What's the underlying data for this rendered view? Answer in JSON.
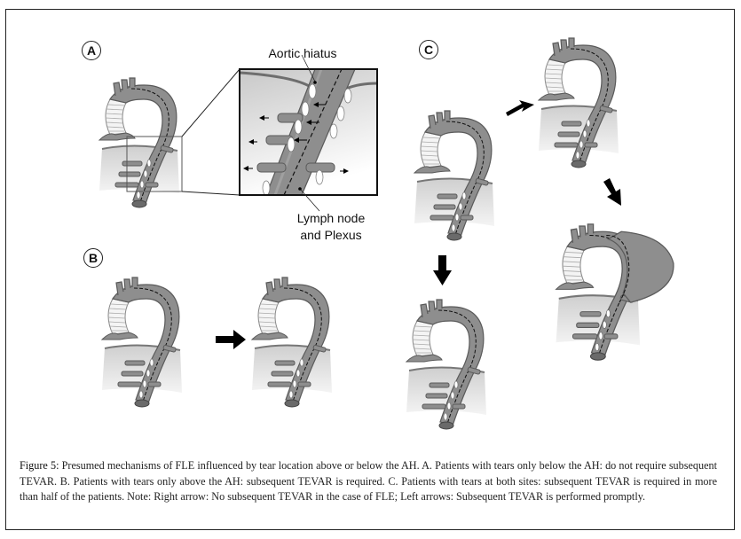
{
  "figure": {
    "panels": [
      {
        "id": "A",
        "label": "A"
      },
      {
        "id": "B",
        "label": "B"
      },
      {
        "id": "C",
        "label": "C"
      }
    ],
    "annotations": {
      "aortic_hiatus": "Aortic hiatus",
      "lymph_node_line1": "Lymph node",
      "lymph_node_line2": "and Plexus"
    },
    "colors": {
      "aorta_fill": "#8e8e8e",
      "aorta_outline": "#5a5a5a",
      "diaphragm_band": "#d9d9d9",
      "arrow": "#000000"
    }
  },
  "caption": {
    "label": "Figure 5:",
    "text": "Presumed mechanisms of FLE influenced by tear location above or below the AH. A. Patients with tears only below the AH: do not require subsequent TEVAR. B. Patients with tears only above the AH: subsequent TEVAR is required. C. Patients with tears at both sites: subsequent TEVAR is required in more than half of the patients. Note: Right arrow: No subsequent TEVAR in the case of FLE; Left arrows: Subsequent TEVAR is performed promptly."
  }
}
